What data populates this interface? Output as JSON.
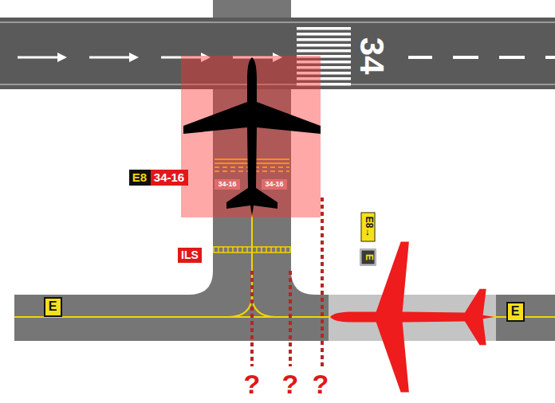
{
  "diagram": {
    "nodes": [
      {
        "text": [
          "E8"
        ]
      },
      {
        "text": [
          "34-16"
        ]
      },
      {
        "text": [
          "34-16"
        ]
      },
      {
        "text": [
          "34-16"
        ]
      },
      {
        "text": [
          "E8→"
        ]
      },
      {
        "text": [
          "ILS"
        ]
      },
      {
        "text": [
          "E"
        ]
      },
      {
        "text": [
          "E"
        ]
      },
      {
        "text": [
          "E"
        ]
      }
    ],
    "labels": [
      "34",
      "?",
      "?",
      "?"
    ]
  }
}
